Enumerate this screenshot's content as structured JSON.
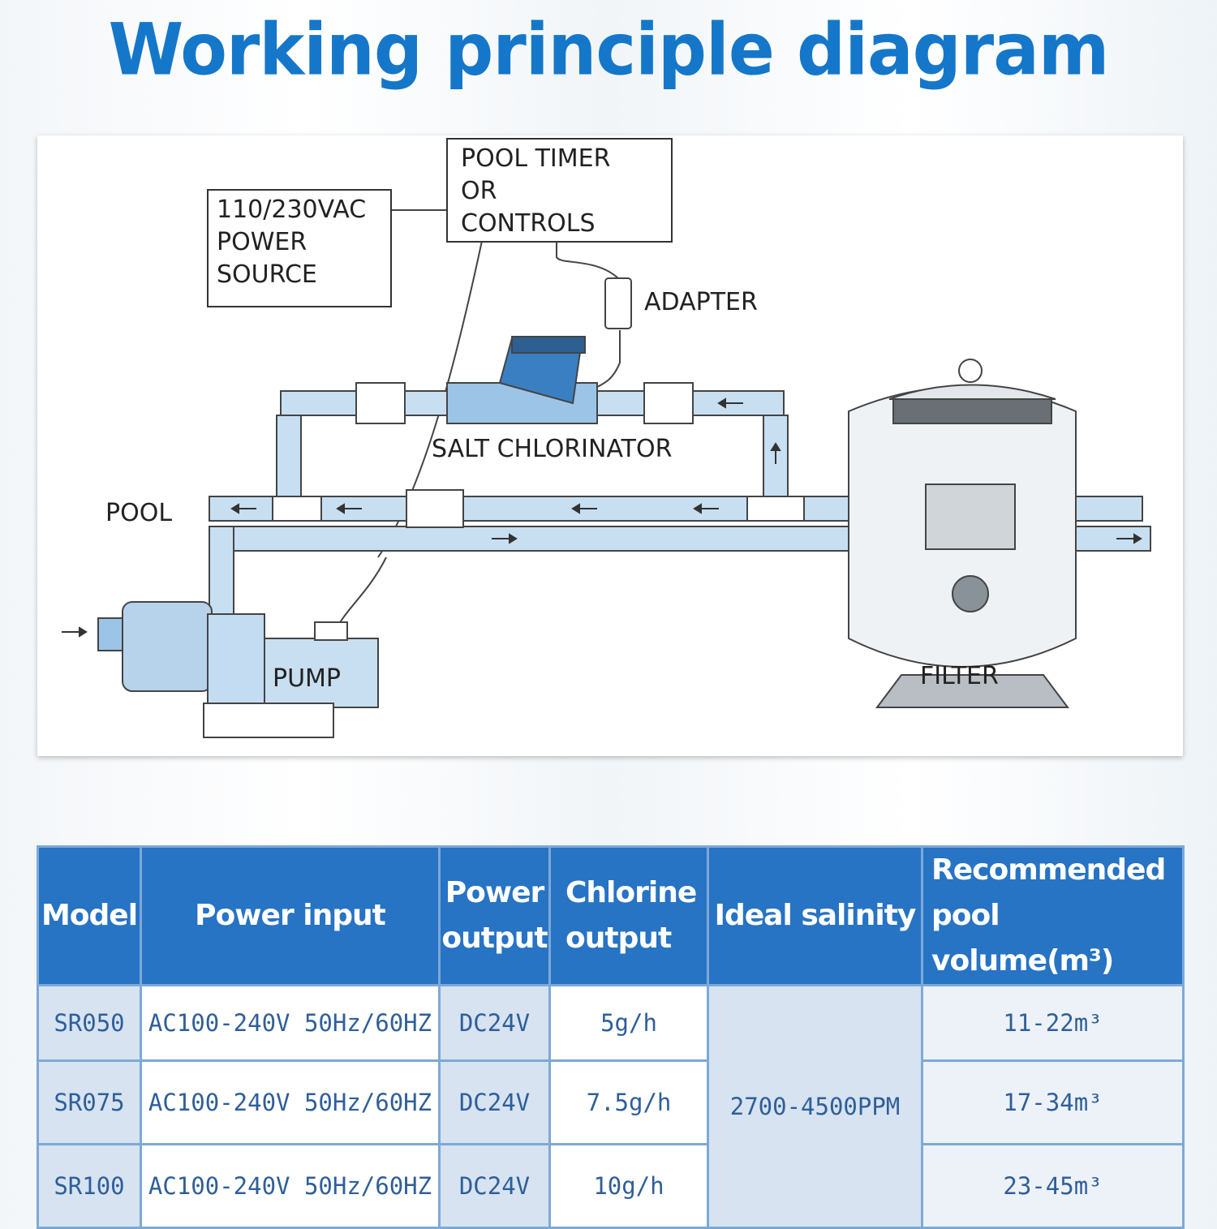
{
  "title": "Working principle diagram",
  "diagram": {
    "power_source_lines": [
      "110/230VAC",
      "POWER",
      "SOURCE"
    ],
    "timer_lines": [
      "POOL TIMER",
      "OR",
      "CONTROLS"
    ],
    "adapter": "ADAPTER",
    "salt_chlorinator": "SALT CHLORINATOR",
    "pool": "POOL",
    "pump": "PUMP",
    "filter": "FILTER"
  },
  "table": {
    "headers": {
      "model": "Model",
      "power_input": "Power input",
      "power_output_1": "Power",
      "power_output_2": "output",
      "chlorine_output_1": "Chlorine",
      "chlorine_output_2": "output",
      "ideal_salinity": "Ideal salinity",
      "pool_volume_1": "Recommended",
      "pool_volume_2": "pool volume(m³)"
    },
    "rows": [
      {
        "model": "SR050",
        "power_input": "AC100-240V 50Hz/60HZ",
        "power_output": "DC24V",
        "chlorine_output": "5g/h",
        "pool_volume": "11-22m³"
      },
      {
        "model": "SR075",
        "power_input": "AC100-240V 50Hz/60HZ",
        "power_output": "DC24V",
        "chlorine_output": "7.5g/h",
        "pool_volume": "17-34m³"
      },
      {
        "model": "SR100",
        "power_input": "AC100-240V 50Hz/60HZ",
        "power_output": "DC24V",
        "chlorine_output": "10g/h",
        "pool_volume": "23-45m³"
      }
    ],
    "ideal_salinity": "2700-4500PPM"
  },
  "colors": {
    "title": "#1577c9",
    "header_bg": "#2773c4",
    "pipe_fill": "#c8dff2",
    "cell_text": "#2f5f99"
  }
}
